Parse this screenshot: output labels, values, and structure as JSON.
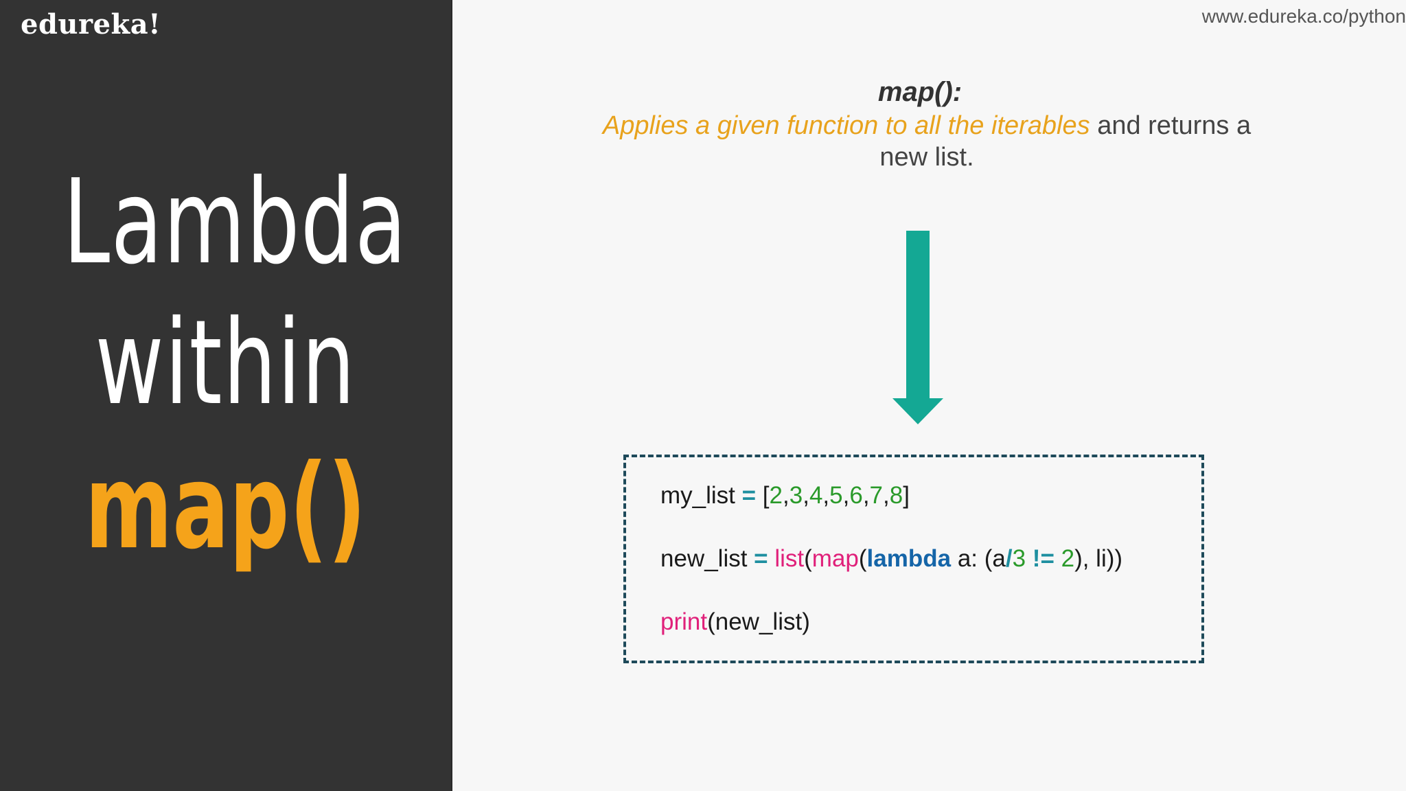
{
  "brand": {
    "logo": "edureka!",
    "url": "www.edureka.co/python"
  },
  "slide": {
    "title_line1": "Lambda",
    "title_line2": "within",
    "title_line3": "map()",
    "heading": "map():",
    "desc_highlight": "Applies a given function to all the iterables",
    "desc_rest": " and returns a new list."
  },
  "code": {
    "line1": {
      "var": "my_list ",
      "eq": "=",
      "list_open": " [",
      "n1": "2",
      "n2": "3",
      "n3": "4",
      "n4": "5",
      "n5": "6",
      "n6": "7",
      "n7": "8",
      "comma": ",",
      "list_close": "]"
    },
    "line2": {
      "var": "new_list ",
      "eq": "=",
      "sp": " ",
      "list_fn": "list",
      "paren_open": "(",
      "map_fn": "map",
      "paren_open2": "(",
      "lambda_kw": "lambda",
      "args": " a: (a",
      "div": "/",
      "three": "3",
      "ne": " != ",
      "two": "2",
      "rest": "), li))"
    },
    "line3": {
      "print_fn": "print",
      "args": "(new_list)"
    }
  },
  "colors": {
    "sidebar": "#333333",
    "accent_orange": "#f5a31a",
    "arrow_teal": "#14a894",
    "box_border": "#1e4a5a"
  }
}
